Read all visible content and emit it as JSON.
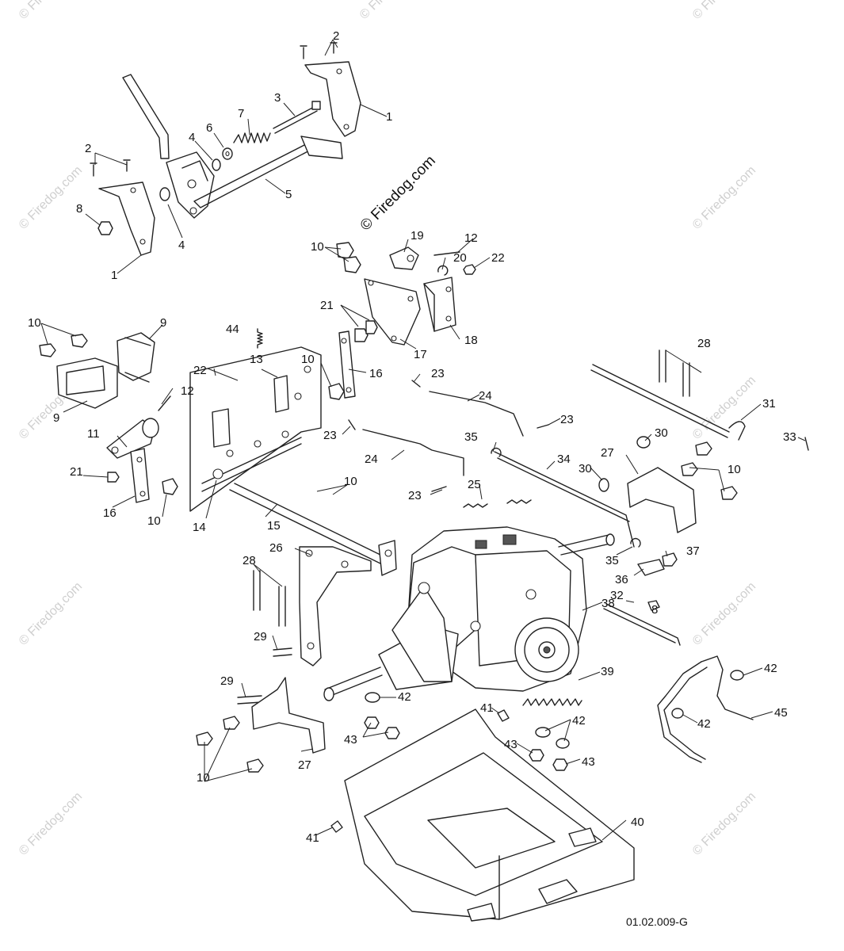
{
  "watermark": {
    "main": "© Firedog.com",
    "repeat": "© Firedog.com"
  },
  "drawing_number": "01.02.009-G",
  "callouts": [
    "1",
    "1",
    "2",
    "2",
    "3",
    "4",
    "4",
    "5",
    "6",
    "7",
    "8",
    "8",
    "9",
    "9",
    "10",
    "10",
    "10",
    "10",
    "10",
    "10",
    "10",
    "11",
    "12",
    "12",
    "13",
    "14",
    "15",
    "16",
    "16",
    "17",
    "18",
    "19",
    "20",
    "21",
    "21",
    "22",
    "22",
    "23",
    "23",
    "23",
    "23",
    "24",
    "24",
    "25",
    "26",
    "27",
    "27",
    "28",
    "28",
    "29",
    "29",
    "30",
    "30",
    "31",
    "32",
    "33",
    "34",
    "35",
    "35",
    "36",
    "37",
    "38",
    "39",
    "40",
    "41",
    "41",
    "42",
    "42",
    "42",
    "42",
    "43",
    "43",
    "43",
    "44",
    "45"
  ]
}
